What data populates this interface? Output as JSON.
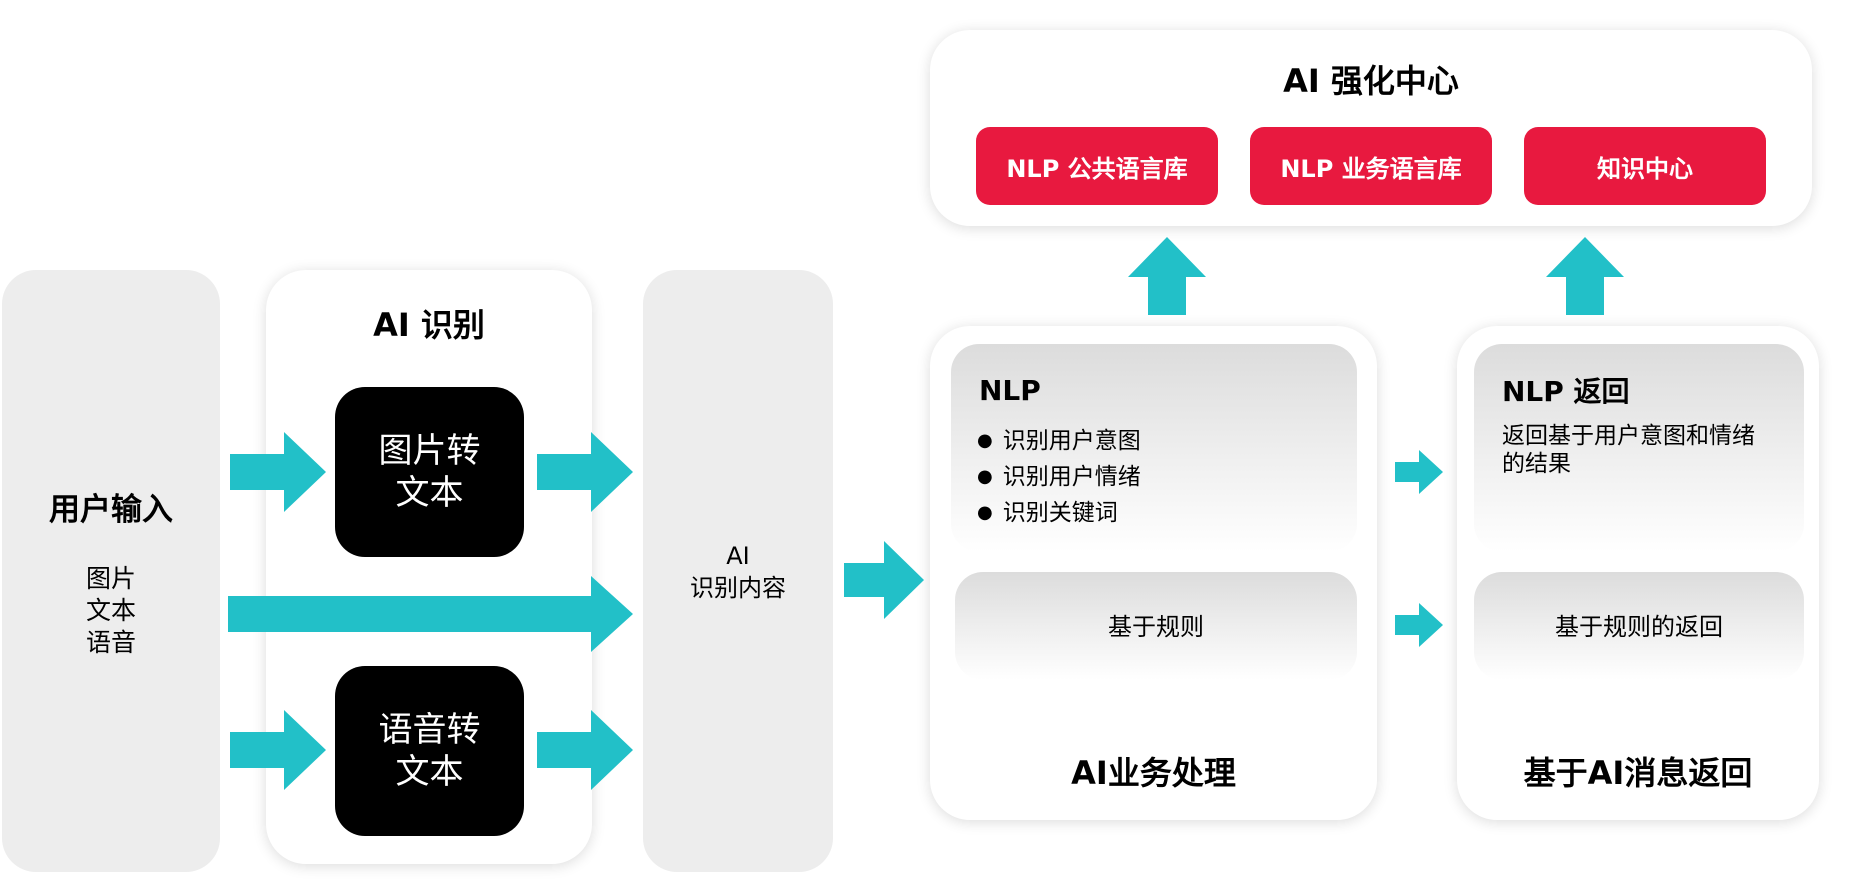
{
  "colors": {
    "arrow": "#22c0c8",
    "accent_red": "#e8193f",
    "panel_grey": "#ededed",
    "box_black": "#000000"
  },
  "user_input": {
    "title": "用户输入",
    "items": [
      "图片",
      "文本",
      "语音"
    ]
  },
  "ai_recognition": {
    "title": "AI 识别",
    "image_to_text": [
      "图片转",
      "文本"
    ],
    "speech_to_text": [
      "语音转",
      "文本"
    ]
  },
  "recognized_content": {
    "lines": [
      "AI",
      "识别内容"
    ]
  },
  "ai_enhance_center": {
    "title": "AI 强化中心",
    "buttons": [
      "NLP 公共语言库",
      "NLP 业务语言库",
      "知识中心"
    ]
  },
  "ai_business": {
    "title": "AI业务处理",
    "nlp": {
      "title": "NLP",
      "bullets": [
        "识别用户意图",
        "识别用户情绪",
        "识别关键词"
      ]
    },
    "rule_label": "基于规则"
  },
  "ai_return": {
    "title": "基于AI消息返回",
    "nlp": {
      "title": "NLP 返回",
      "text_lines": [
        "返回基于用户意图和情绪",
        "的结果"
      ]
    },
    "rule_label": "基于规则的返回"
  }
}
